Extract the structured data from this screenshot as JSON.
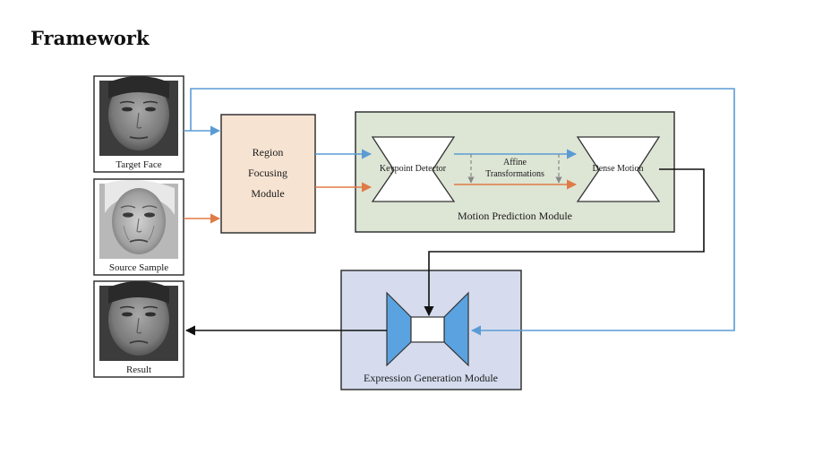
{
  "slide": {
    "title": "Framework"
  },
  "faces": {
    "target": "Target Face",
    "source": "Source Sample",
    "result": "Result"
  },
  "region_module": {
    "line1": "Region",
    "line2": "Focusing",
    "line3": "Module"
  },
  "motion_module": {
    "title": "Motion Prediction Module",
    "keypoint_detector": "Keypoint Detector",
    "affine_line1": "Affine",
    "affine_line2": "Transformations",
    "dense_motion": "Dense Motion"
  },
  "expression_module": {
    "title": "Expression Generation Module"
  },
  "colors": {
    "blue_arrow": "#5b9bd5",
    "orange_arrow": "#e07b45",
    "region_fill": "#f6e3d2",
    "motion_fill": "#dde5d5",
    "expression_fill": "#d6dcee",
    "generator_blue": "#5aa3e0"
  }
}
